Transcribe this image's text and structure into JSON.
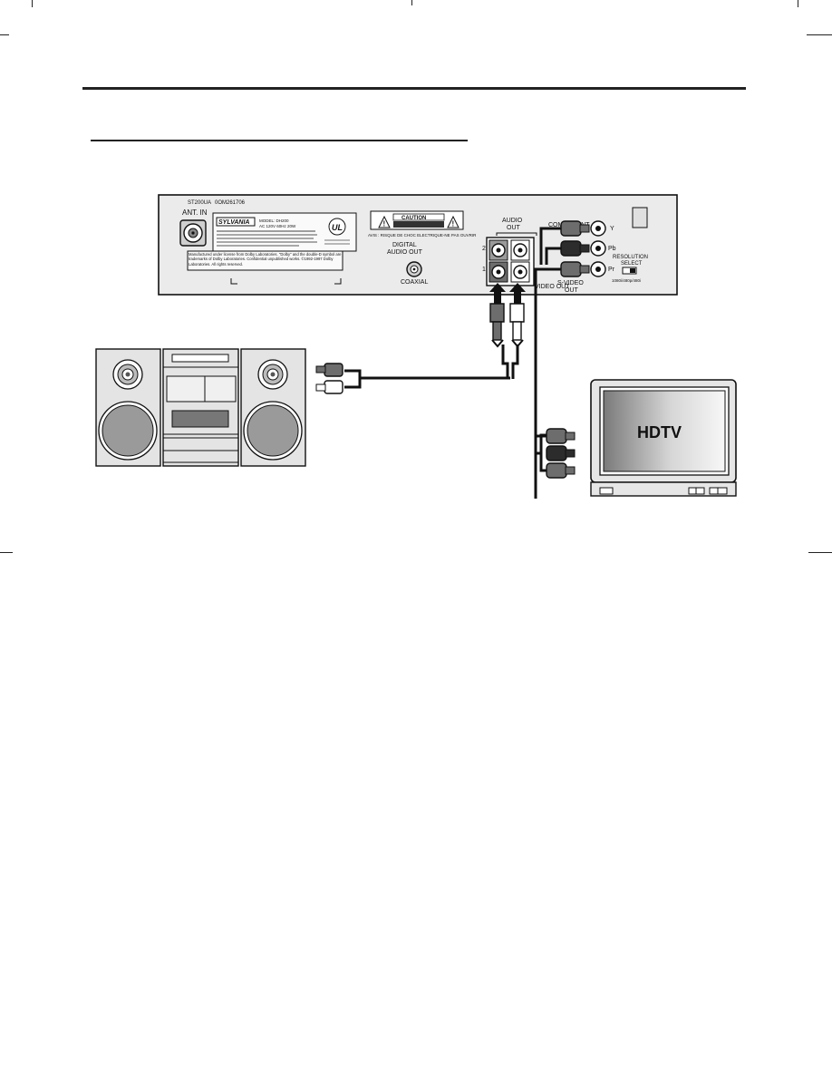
{
  "player": {
    "model_code": "ST200UA",
    "serial_code": "0OM261706",
    "ant_in": "ANT. IN",
    "brand": "SYLVANIA",
    "model_line": "MODEL: DH200",
    "power_line": "AC 120V 60Hz 20W",
    "ul_mark": "UL",
    "caution_title": "CAUTION",
    "caution_text": "AVIS : RISQUE DE CHOC ELECTRIQUE-NE PAS OUVRIR",
    "dolby_notice": "Manufactured under license from Dolby Laboratories. \"Dolby\" and the double-D symbol are trademarks of Dolby Laboratories. Confidential unpublished works. ©1992-1997 Dolby Laboratories. All rights reserved.",
    "digital_audio_out": [
      "DIGITAL",
      "AUDIO OUT"
    ],
    "coaxial": "COAXIAL",
    "audio_out": [
      "AUDIO",
      "OUT"
    ],
    "audio_ch2": "2",
    "audio_ch1": "1",
    "component_label": "COMPONENT",
    "video_out_label": "VIDEO OUT",
    "y_label": "Y",
    "pb_label": "Pb",
    "pr_label": "Pr",
    "svideo_out": [
      "S-VIDEO",
      "OUT"
    ],
    "resolution_select": [
      "RESOLUTION",
      "SELECT"
    ],
    "resolution_values": "1080i/480p/480i"
  },
  "tv": {
    "label": "HDTV"
  },
  "colors": {
    "line": "#111111",
    "panel_fill": "#e9e9e9",
    "plug_red": "#6d6d6d",
    "plug_green": "#2c2c2c",
    "plug_white": "#f4f4f4"
  }
}
